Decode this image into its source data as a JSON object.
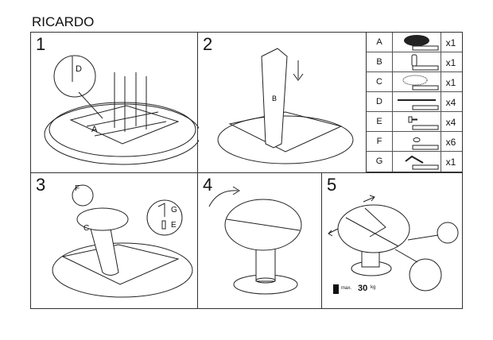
{
  "title": "RICARDO",
  "steps": [
    {
      "number": "1",
      "callout": "D",
      "part": "A"
    },
    {
      "number": "2",
      "part": "B"
    },
    {
      "number": "3",
      "callouts": [
        "F",
        "C",
        "G",
        "E"
      ]
    },
    {
      "number": "4"
    },
    {
      "number": "5",
      "weight_prefix": "max.",
      "weight_value": "30",
      "weight_unit": "kg"
    }
  ],
  "parts": [
    {
      "label": "A",
      "qty": "x1",
      "icon": "tabletop-icon"
    },
    {
      "label": "B",
      "qty": "x1",
      "icon": "column-icon"
    },
    {
      "label": "C",
      "qty": "x1",
      "icon": "base-plate-icon"
    },
    {
      "label": "D",
      "qty": "x4",
      "icon": "threaded-rod-icon"
    },
    {
      "label": "E",
      "qty": "x4",
      "icon": "bolt-icon"
    },
    {
      "label": "F",
      "qty": "x6",
      "icon": "washer-icon"
    },
    {
      "label": "G",
      "qty": "x1",
      "icon": "allen-key-icon"
    }
  ]
}
